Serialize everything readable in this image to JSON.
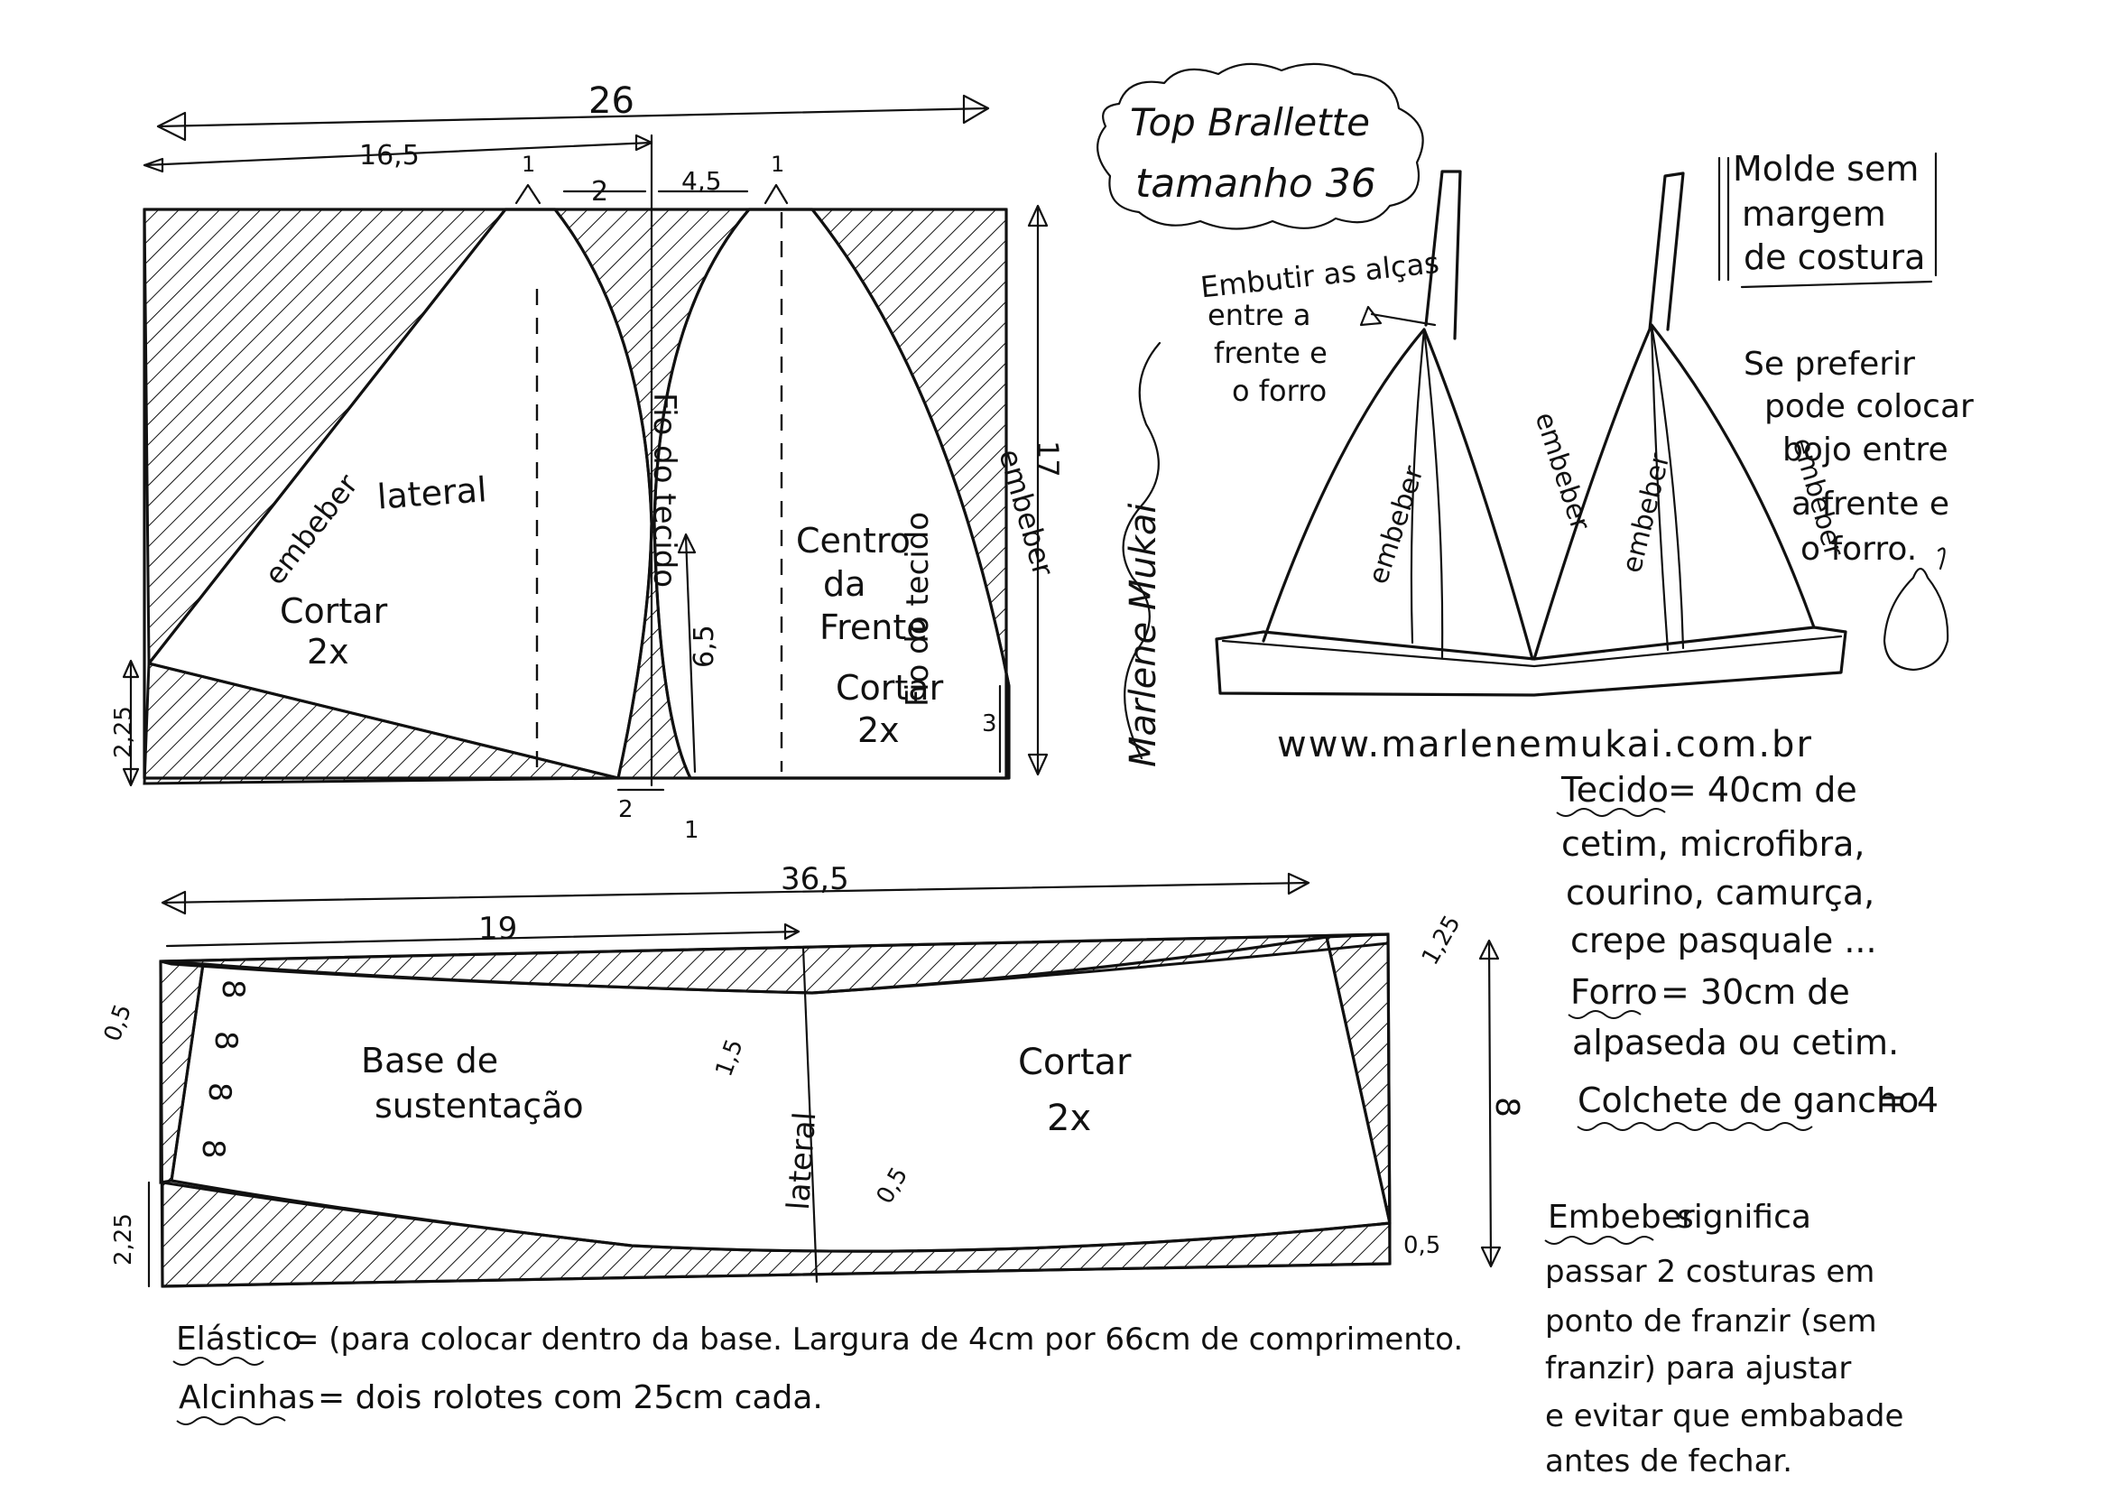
{
  "title": {
    "line1": "Top Brallette",
    "line2": "tamanho 36"
  },
  "molde_note": {
    "line1": "Molde sem",
    "line2": "margem",
    "line3": "de costura"
  },
  "top_piece": {
    "dims": {
      "total_width": "26",
      "left_width": "16,5",
      "dart_top_left": "1",
      "gap_top": "2",
      "right_gap": "4,5",
      "dart_top_right": "1",
      "height": "17",
      "left_bottom": "2,25",
      "center_height": "6,5",
      "bottom_gap": "2",
      "bottom_small": "1",
      "right_bottom": "3"
    },
    "lateral": {
      "name": "lateral",
      "cut": "Cortar",
      "qty": "2x",
      "embeber": "embeber",
      "grain": "Fio do tecido"
    },
    "centro": {
      "name1": "Centro",
      "name2": "da",
      "name3": "Frente",
      "cut": "Cortar",
      "qty": "2x",
      "embeber": "embeber",
      "grain": "Fio do tecido"
    }
  },
  "bra_sketch": {
    "embutir": {
      "line1": "Embutir as alças",
      "line2": "entre a",
      "line3": "frente e",
      "line4": "o forro"
    },
    "embeber_labels": [
      "embeber",
      "embeber",
      "embeber",
      "embeber"
    ],
    "bojo": {
      "line1": "Se preferir",
      "line2": "pode colocar",
      "line3": "bojo entre",
      "line4": "a frente e",
      "line5": "o forro."
    }
  },
  "signature": "Marlene Mukai",
  "website": "www.marlenemukai.com.br",
  "materials": {
    "tecido_label": "Tecido",
    "tecido_lines": [
      "= 40cm de",
      "cetim, microfibra,",
      "courino, camurça,",
      "crepe pasquale ..."
    ],
    "forro_label": "Forro",
    "forro_lines": [
      "= 30cm de",
      "alpaseda ou cetim."
    ],
    "colchete_label": "Colchete de gancho",
    "colchete_value": "= 4"
  },
  "base_piece": {
    "dims": {
      "total_width": "36,5",
      "half_width": "19",
      "right_top": "1,25",
      "height": "8",
      "left_top": "0,5",
      "center_top": "1,5",
      "center_bottom": "0,5",
      "right_bottom": "0,5",
      "left_bottom": "2,25"
    },
    "name1": "Base de",
    "name2": "sustentação",
    "cut": "Cortar",
    "qty": "2x",
    "lateral": "lateral",
    "hook_mark": "8"
  },
  "notes": {
    "elastico_label": "Elástico",
    "elastico_text": "= (para colocar dentro da base. Largura de 4cm por 66cm de comprimento.",
    "alcinhas_label": "Alcinhas",
    "alcinhas_text": "= dois rolotes com 25cm cada."
  },
  "embeber_def": {
    "label": "Embeber",
    "lines": [
      " significa",
      "passar 2 costuras em",
      "ponto de franzir (sem",
      "franzir) para ajustar",
      "e evitar que embabade",
      "antes de fechar."
    ]
  }
}
